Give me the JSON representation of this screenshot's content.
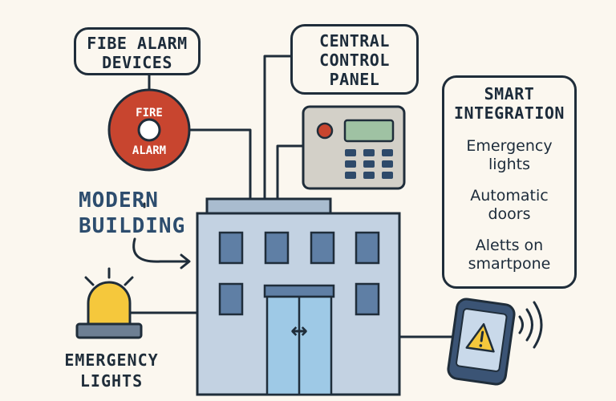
{
  "boxes": {
    "fire_alarm_devices": {
      "line1": "FIBE ALARM",
      "line2": "DEVICES"
    },
    "central_control_panel": {
      "line1": "CENTRAL",
      "line2": "CONTROL",
      "line3": "PANEL"
    },
    "smart_integration": {
      "line1": "SMART",
      "line2": "INTEGRATION",
      "items": [
        {
          "line1": "Emergency",
          "line2": "lights"
        },
        {
          "line1": "Automatic",
          "line2": "doors"
        },
        {
          "line1": "Aletts on",
          "line2": "smartpone"
        }
      ]
    }
  },
  "fire_alarm": {
    "top_text": "FIRE",
    "bottom_text": "ALARM",
    "color": "#c8452f"
  },
  "modern_building": {
    "line1": "MODERN",
    "line2": "BUILDING",
    "color": "#2d4d6e"
  },
  "emergency_lights": {
    "line1": "EMERGENCY",
    "line2": "LIGHTS",
    "beacon_color": "#f5c83c"
  },
  "door_icon": "↔",
  "colors": {
    "building": "#c3d2e2",
    "windows": "#5f7fa5",
    "door": "#9ec9e6",
    "panel": "#d3d0c8",
    "panel_screen": "#9fc2a3",
    "outline": "#1f2d3a",
    "background": "#fbf7ef"
  },
  "icons": [
    "fire-alarm-icon",
    "control-panel-icon",
    "building-icon",
    "beacon-icon",
    "smartphone-warning-icon",
    "wireless-signal-icon"
  ]
}
